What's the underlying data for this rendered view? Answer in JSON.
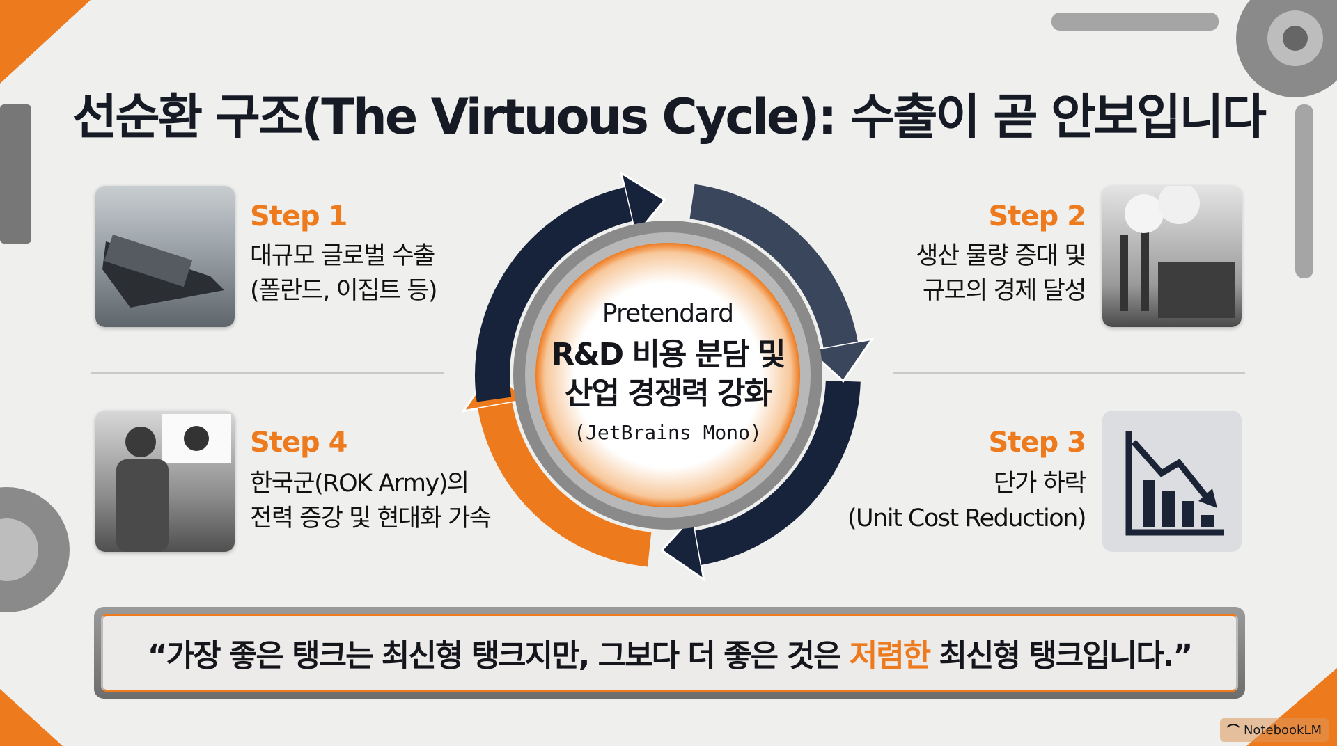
{
  "title": "선순환 구조(The Virtuous Cycle): 수출이 곧 안보입니다",
  "steps": [
    {
      "label": "Step 1",
      "lines": [
        "대규모 글로벌 수출",
        "(폴란드, 이집트 등)"
      ],
      "image": "cargo-ship-photo"
    },
    {
      "label": "Step 2",
      "lines": [
        "생산 물량 증대 및",
        "규모의 경제 달성"
      ],
      "image": "factory-photo"
    },
    {
      "label": "Step 3",
      "lines": [
        "단가 하락",
        "(Unit Cost Reduction)"
      ],
      "image": "declining-chart-icon"
    },
    {
      "label": "Step 4",
      "lines": [
        "한국군(ROK Army)의",
        "전력 증강 및 현대화 가속"
      ],
      "image": "soldier-flag-photo"
    }
  ],
  "center": {
    "font_note_top": "Pretendard",
    "lines": [
      "R&D 비용 분담 및",
      "산업 경쟁력 강화"
    ],
    "font_note_bottom": "(JetBrains Mono)"
  },
  "quote": {
    "before": "“가장 좋은 탱크는 최신형 탱크지만, 그보다 더 좋은 것은 ",
    "highlight": "저렴한",
    "after": " 최신형 탱크입니다.”"
  },
  "badge": "NotebookLM",
  "colors": {
    "accent": "#ee7a1e",
    "navy": "#17233a",
    "slate": "#3a465c",
    "background": "#efefee"
  }
}
